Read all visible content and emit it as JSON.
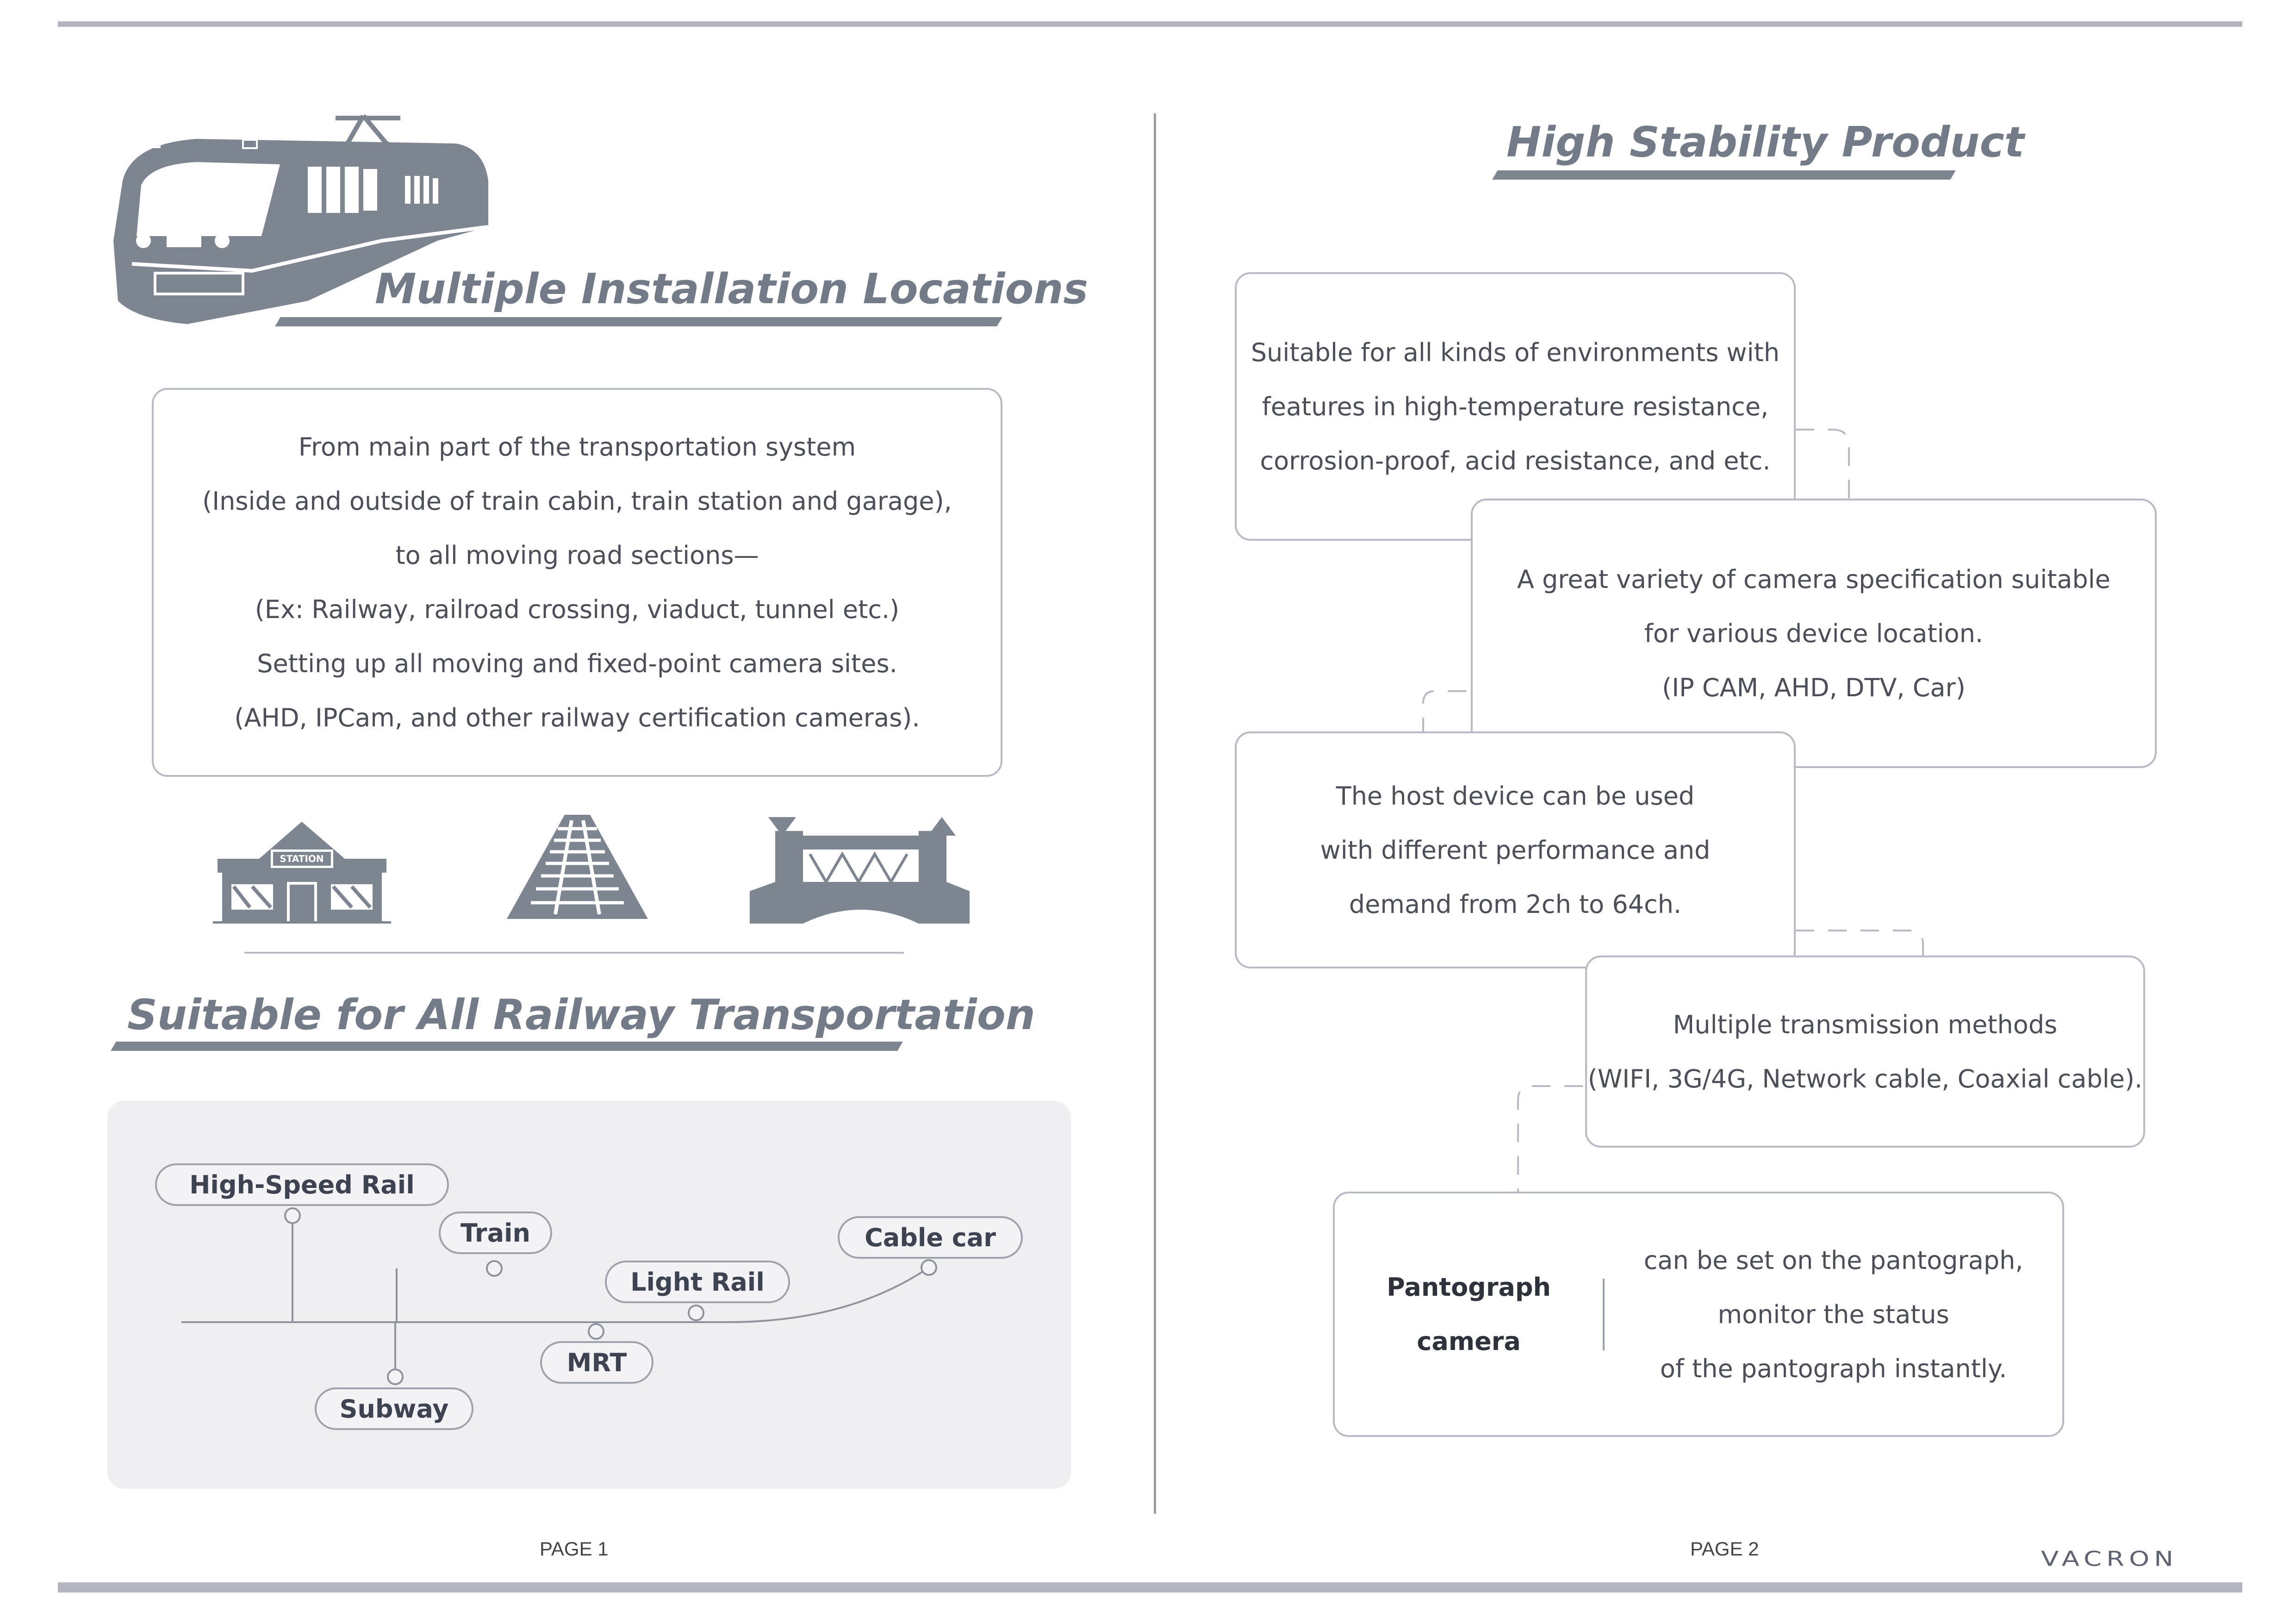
{
  "page1": {
    "heading": "Multiple Installation Locations",
    "description_lines": [
      "From main part of the transportation system",
      "(Inside and outside of train cabin, train station and garage),",
      "to all moving road sections—",
      "(Ex: Railway, railroad crossing, viaduct, tunnel etc.)",
      "Setting up all moving and fixed-point camera sites.",
      "(AHD, IPCam, and other railway certification cameras)."
    ],
    "station_sign": "STATION",
    "railway_heading": "Suitable for All Railway Transportation",
    "railway_types": [
      "High-Speed Rail",
      "Train",
      "Light Rail",
      "Cable car",
      "Subway",
      "MRT"
    ],
    "page_label": "PAGE 1"
  },
  "page2": {
    "heading": "High Stability Product",
    "features": [
      [
        "Suitable for all kinds of environments with",
        "features in high-temperature resistance,",
        "corrosion-proof, acid resistance, and etc."
      ],
      [
        "A great variety of camera specification suitable",
        "for various device location.",
        "(IP CAM, AHD, DTV, Car)"
      ],
      [
        "The host device can be used",
        "with different performance and",
        "demand from 2ch to 64ch."
      ],
      [
        "Multiple transmission methods",
        "(WIFI, 3G/4G, Network cable, Coaxial cable)."
      ]
    ],
    "pantograph": {
      "title_lines": [
        "Pantograph",
        "camera"
      ],
      "desc_lines": [
        "can be set on the pantograph,",
        "monitor the status",
        "of the pantograph instantly."
      ]
    },
    "page_label": "PAGE 2"
  },
  "brand": "VACRON",
  "colors": {
    "heading": "#727b87",
    "icon": "#7d8591",
    "box_border": "#b7bcc4",
    "panel": "#efeef0"
  }
}
